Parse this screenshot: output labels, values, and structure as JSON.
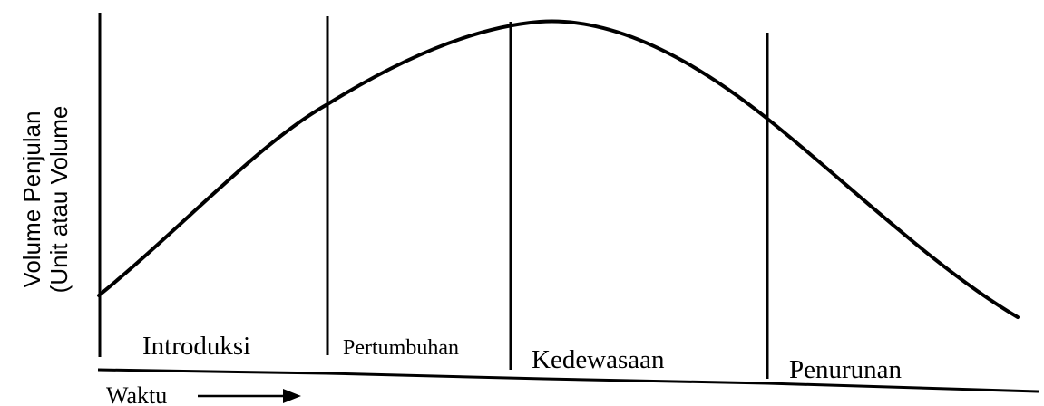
{
  "diagram": {
    "y_axis_label_line1": "Volume Penjulan",
    "y_axis_label_line2": "(Unit atau Volume",
    "x_axis_label": "Waktu",
    "stages": [
      {
        "label": "Introduksi"
      },
      {
        "label": "Pertumbuhan"
      },
      {
        "label": "Kedewasaan"
      },
      {
        "label": "Penurunan"
      }
    ],
    "colors": {
      "line": "#000000",
      "background": "#ffffff"
    }
  }
}
